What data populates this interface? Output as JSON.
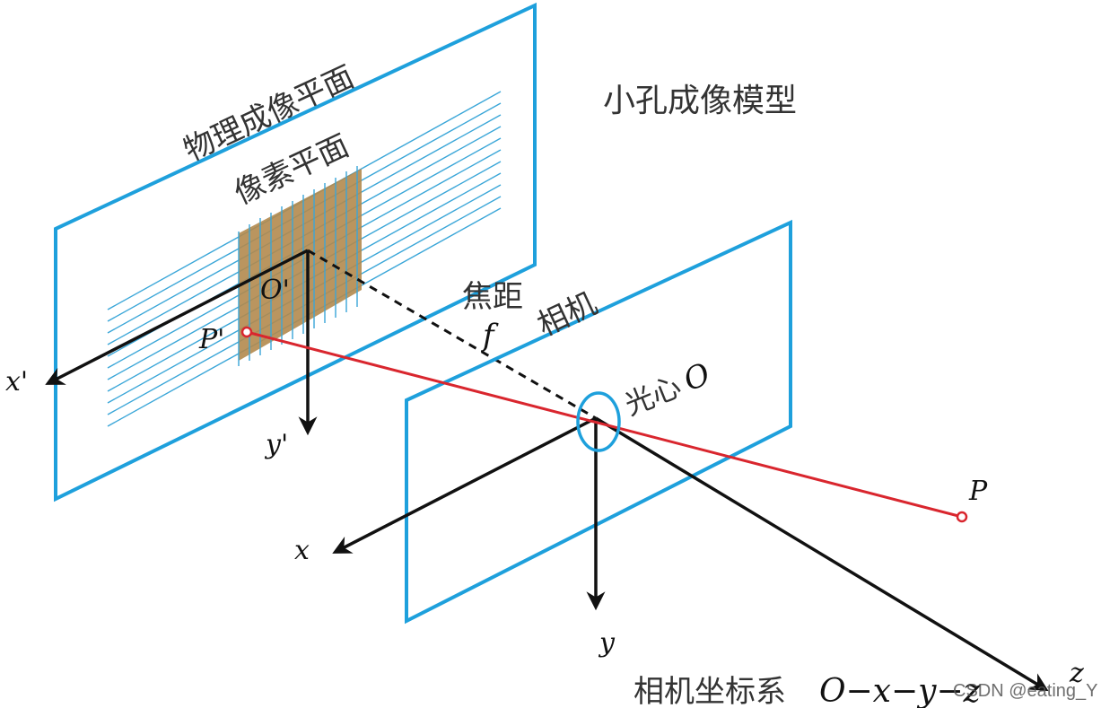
{
  "title": "小孔成像模型",
  "labels": {
    "physical_plane": "物理成像平面",
    "pixel_plane": "像素平面",
    "focal_length": "焦距",
    "focal_symbol": "f",
    "camera": "相机",
    "optical_center": "光心",
    "optical_center_symbol": "O",
    "image_origin": "O'",
    "image_point": "P'",
    "world_point": "P",
    "axis_x_prime": "x'",
    "axis_y_prime": "y'",
    "axis_x": "x",
    "axis_y": "y",
    "axis_z": "z",
    "coord_system": "相机坐标系",
    "coord_formula": "O−x−y−z"
  },
  "watermark": "CSDN @eating_Y",
  "colors": {
    "plane_frame": "#1ea0dc",
    "grid_line": "#3aa6d8",
    "pixel_fill": "#b28a4e",
    "ray": "#d9262e",
    "axis": "#111111"
  }
}
